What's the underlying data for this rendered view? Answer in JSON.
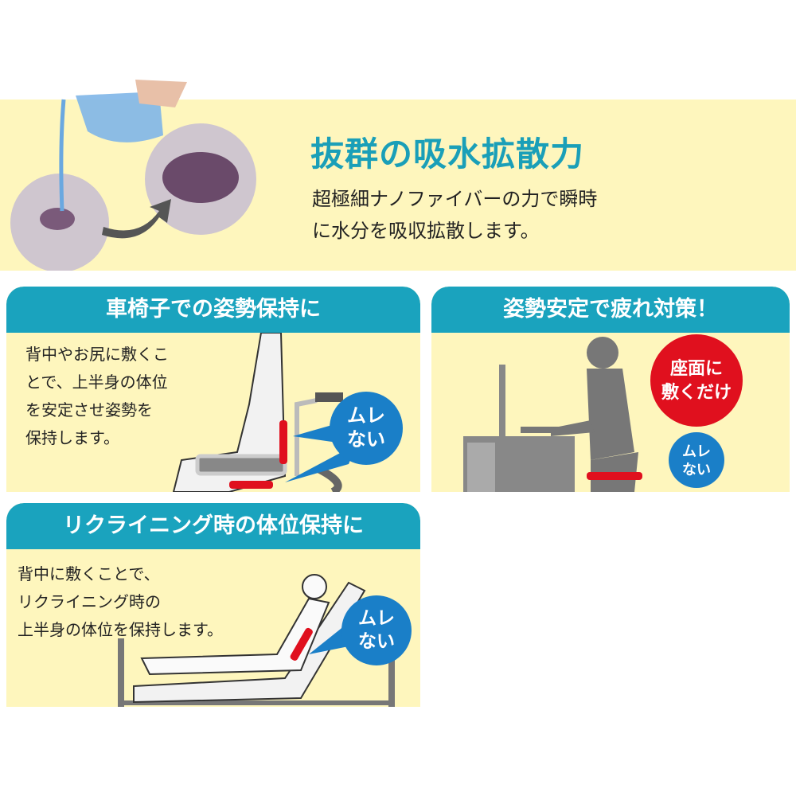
{
  "hero": {
    "title": "抜群の吸水拡散力",
    "subtitle_lines": [
      "超極細ナノファイバーの力で瞬時",
      "に水分を吸収拡散します。"
    ]
  },
  "panels": [
    {
      "title": "車椅子での姿勢保持に",
      "lines": [
        "背中やお尻に敷くこ",
        "とで、上半身の体位",
        "を安定させ姿勢を",
        "保持します。"
      ],
      "bubble": [
        "ムレ",
        "ない"
      ]
    },
    {
      "title": "姿勢安定で疲れ対策！",
      "red_bubble": [
        "座面に",
        "敷くだけ"
      ],
      "bubble": [
        "ムレ",
        "ない"
      ]
    },
    {
      "title": "リクライニング時の体位保持に",
      "lines": [
        "背中に敷くことで、",
        "リクライニング時の",
        "上半身の体位を保持します。"
      ],
      "bubble": [
        "ムレ",
        "ない"
      ]
    }
  ],
  "colors": {
    "teal": "#1aa3be",
    "yellow": "#fef6bd",
    "blue": "#1a7fc8",
    "red": "#e0101e"
  }
}
